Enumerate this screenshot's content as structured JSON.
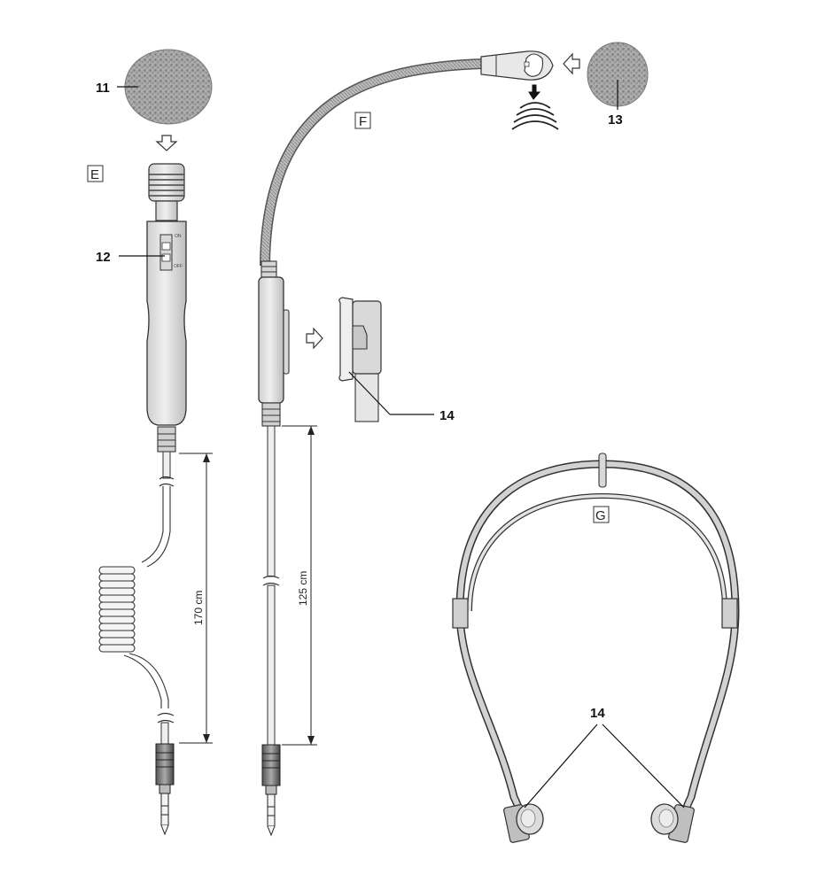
{
  "callouts": {
    "foam_windscreen_handheld": "11",
    "on_off_switch": "12",
    "foam_windscreen_gooseneck": "13",
    "clip_holder": "14",
    "clip_holder_headband": "14"
  },
  "section_letters": {
    "handheld": "E",
    "gooseneck": "F",
    "headband": "G"
  },
  "dimensions": {
    "coiled_cable": "170 cm",
    "straight_cable": "125 cm"
  },
  "switch_labels": {
    "on": "ON",
    "off": "OFF"
  },
  "colors": {
    "foam": "#9a9a9a",
    "body_fill": "#e2e2e2",
    "line": "#333333"
  }
}
